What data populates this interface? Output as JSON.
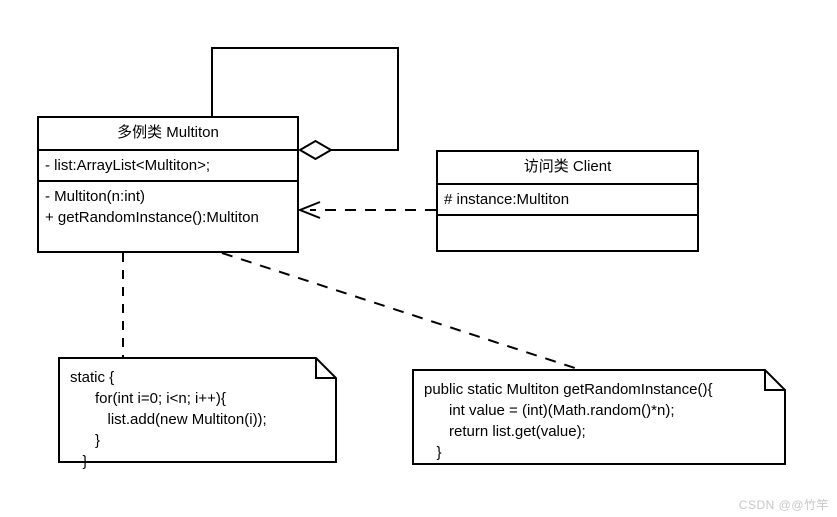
{
  "diagram": {
    "kind": "uml-class-diagram",
    "background": "#ffffff",
    "stroke": "#000000"
  },
  "classes": [
    {
      "id": "multiton",
      "name": "多例类 Multiton",
      "attributes": [
        "- list:ArrayList<Multiton>;"
      ],
      "operations": [
        "- Multiton(n:int)",
        "+ getRandomInstance():Multiton"
      ]
    },
    {
      "id": "client",
      "name": "访问类 Client",
      "attributes": [
        "# instance:Multiton"
      ],
      "operations": [
        ""
      ]
    }
  ],
  "notes": [
    {
      "id": "static-block-note",
      "text": "static {\n      for(int i=0; i<n; i++){\n         list.add(new Multiton(i));\n      }\n   }"
    },
    {
      "id": "get-random-instance-note",
      "text": "public static Multiton getRandomInstance(){\n      int value = (int)(Math.random()*n);\n      return list.get(value);\n   }"
    }
  ],
  "relationships": [
    {
      "id": "self-aggregation",
      "type": "aggregation",
      "from": "multiton",
      "to": "multiton",
      "marker": "hollow-diamond"
    },
    {
      "id": "client-dependency",
      "type": "dependency",
      "from": "client",
      "to": "multiton",
      "marker": "open-arrow",
      "style": "dashed"
    },
    {
      "id": "multiton-static-note-link",
      "type": "note-anchor",
      "style": "dashed"
    },
    {
      "id": "multiton-method-note-link",
      "type": "note-anchor",
      "style": "dashed"
    }
  ],
  "watermark": {
    "text": "CSDN @@竹竿"
  }
}
